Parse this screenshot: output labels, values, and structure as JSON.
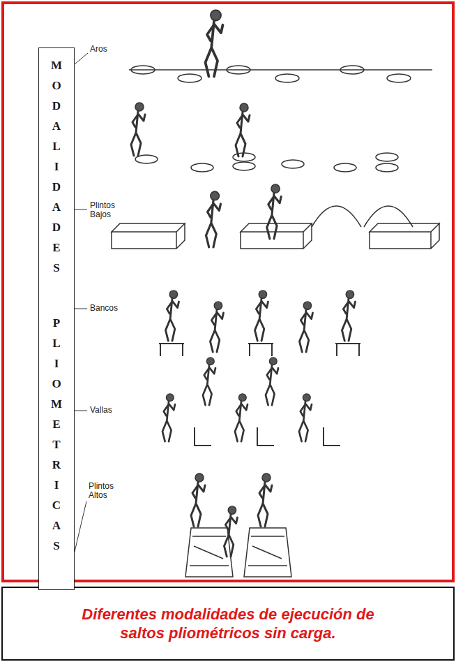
{
  "diagram": {
    "caption": "Diferentes modalidades de ejecución de saltos pliométricos sin carga.",
    "nodes": [
      {
        "text": [
          "MODALIDADES",
          "PLIOMETRICAS"
        ]
      }
    ],
    "labels": [
      "Aros",
      "Plintos Bajos",
      "Bancos",
      "Vallas",
      "Plintos Altos"
    ]
  }
}
